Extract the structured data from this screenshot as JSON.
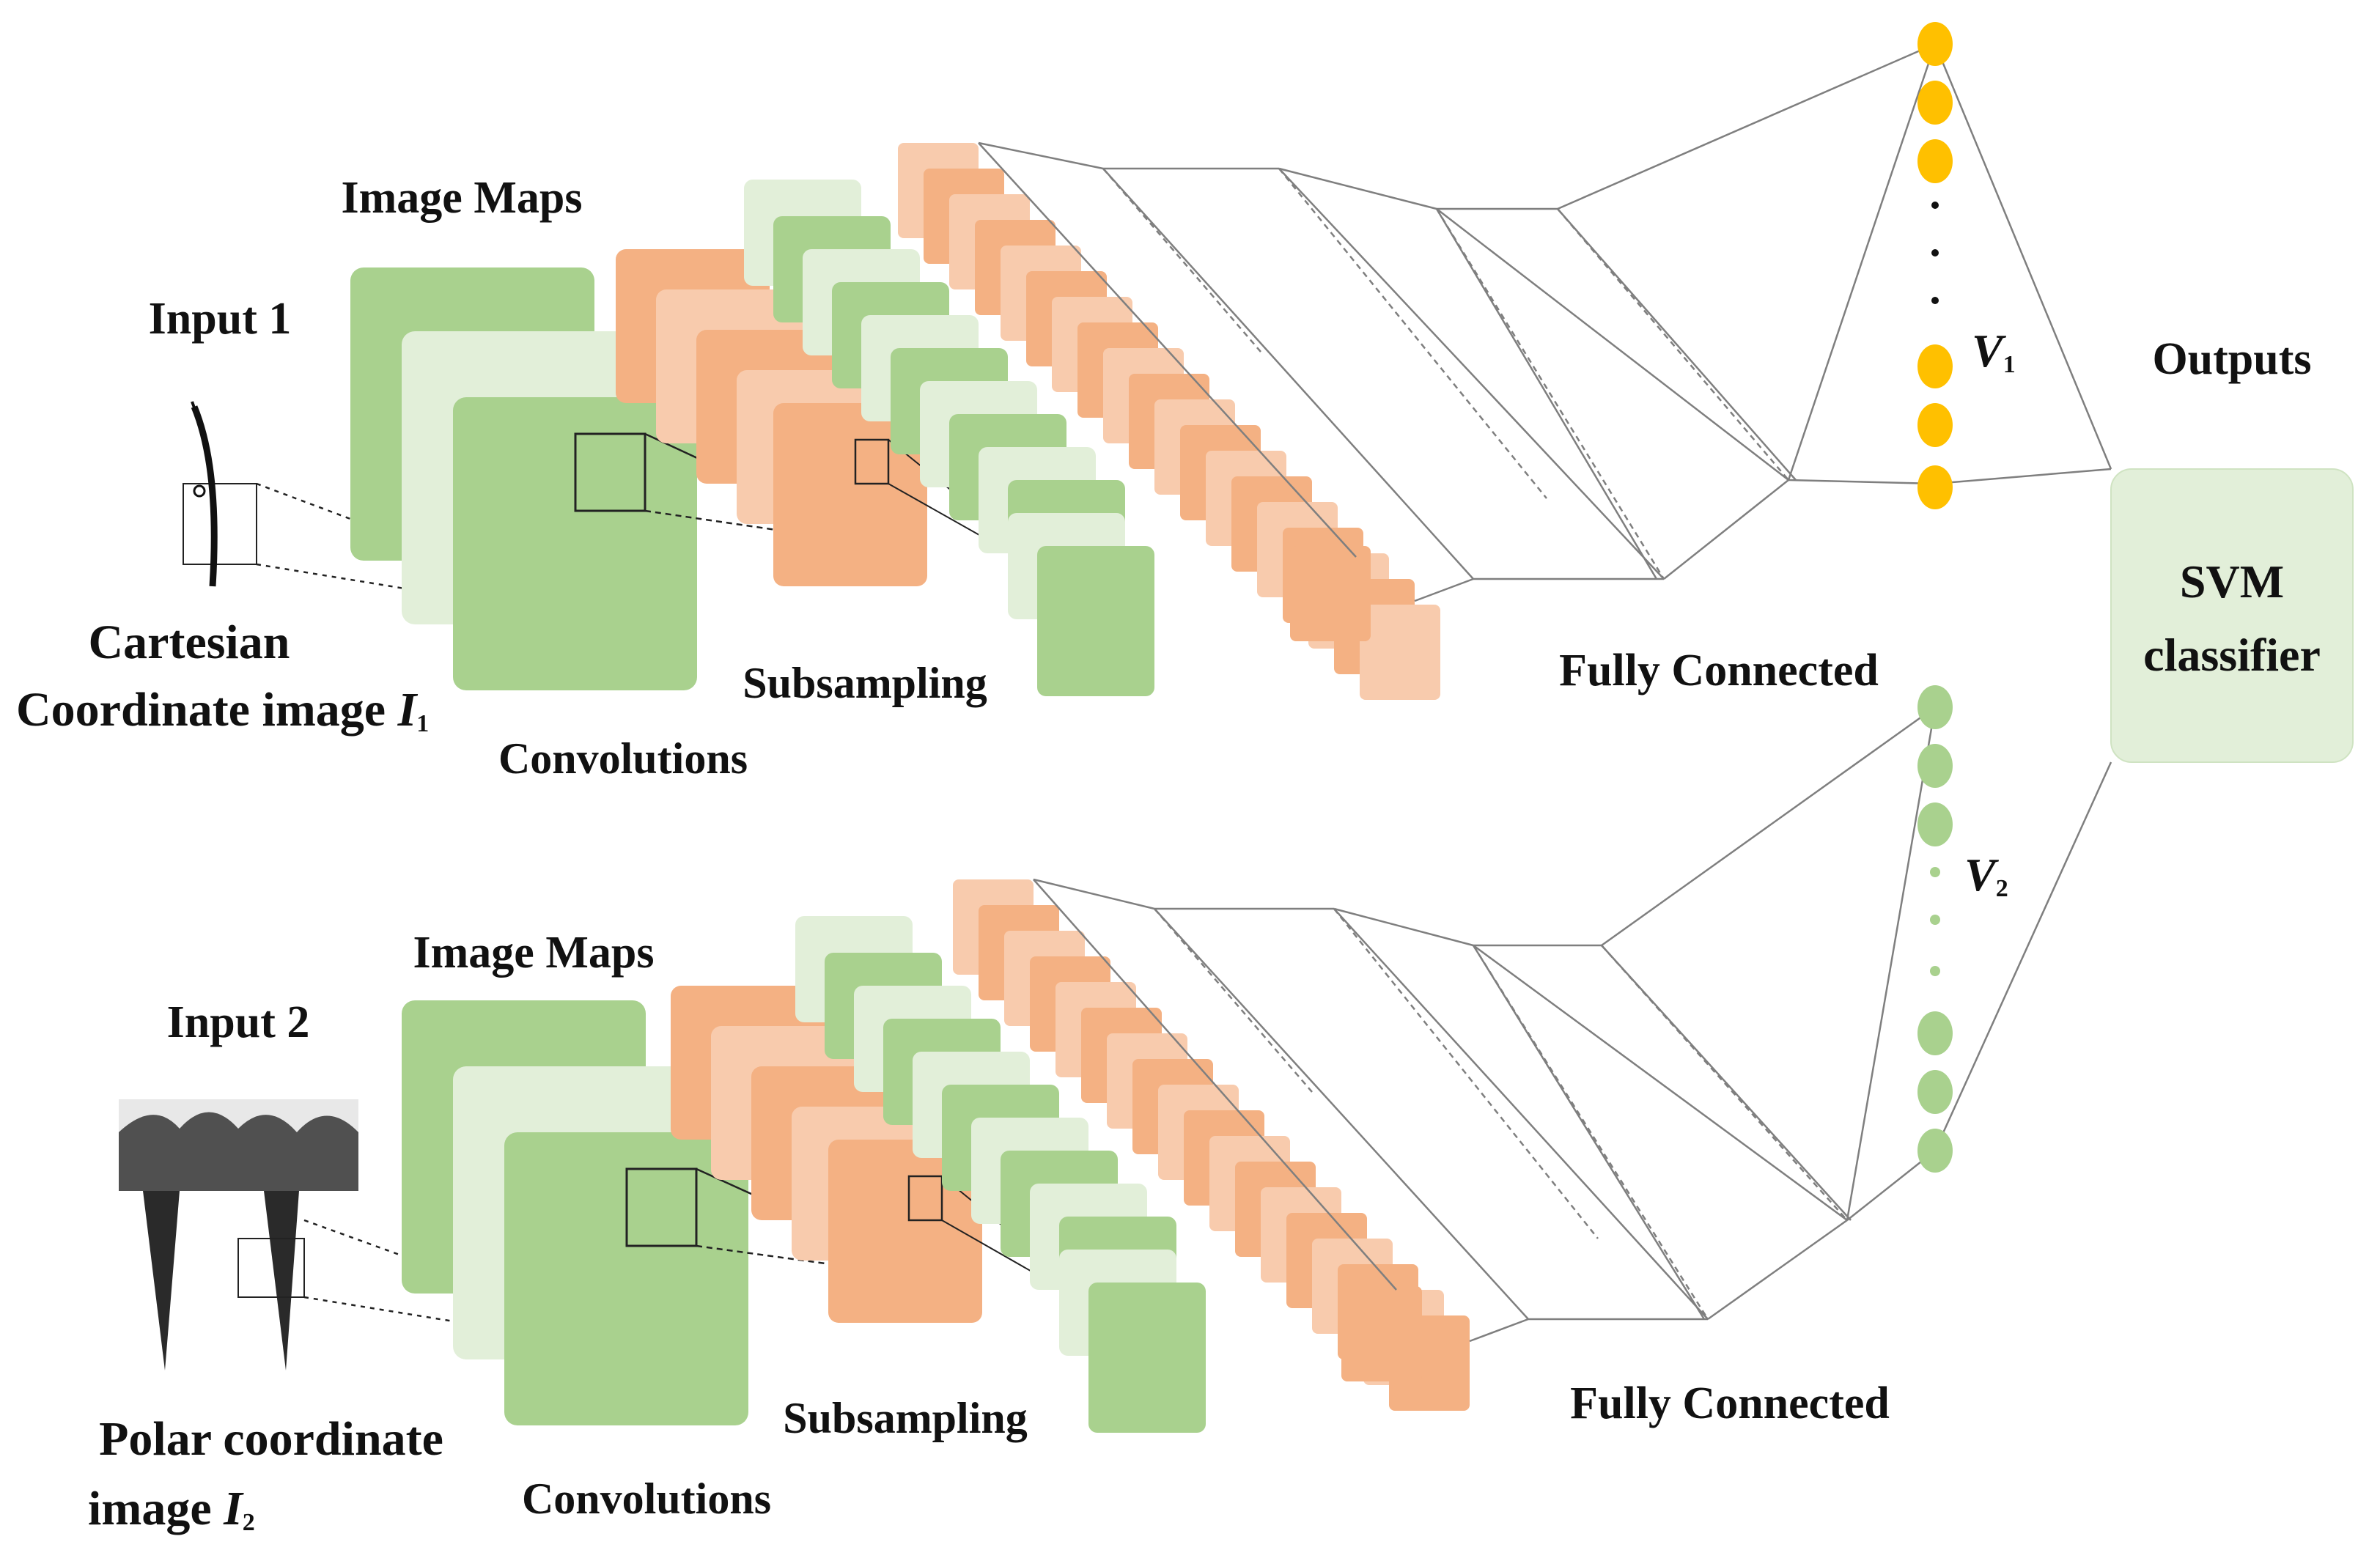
{
  "colors": {
    "green_dark": "#a9d18e",
    "green_light": "#e2efd9",
    "orange_dark": "#f4b183",
    "orange_light": "#f8cbad",
    "node_v1": "#ffc000",
    "node_v2": "#a9d18e",
    "line": "#7f7f7f",
    "svm_box": "#e2efd9"
  },
  "branch1": {
    "input_label": "Input 1",
    "image_caption_line1": "Cartesian",
    "image_caption_line2": "Coordinate image ",
    "image_symbol": "I",
    "image_subscript": "1",
    "image_maps": "Image Maps",
    "convolutions": "Convolutions",
    "subsampling": "Subsampling",
    "fully_connected": "Fully Connected",
    "vector_symbol": "V",
    "vector_subscript": "1"
  },
  "branch2": {
    "input_label": "Input 2",
    "image_caption_line1": "Polar coordinate",
    "image_caption_line2": "image ",
    "image_symbol": "I",
    "image_subscript": "2",
    "image_maps": "Image Maps",
    "convolutions": "Convolutions",
    "subsampling": "Subsampling",
    "fully_connected": "Fully Connected",
    "vector_symbol": "V",
    "vector_subscript": "2"
  },
  "outputs": {
    "label": "Outputs",
    "classifier_line1": "SVM",
    "classifier_line2": "classifier"
  }
}
